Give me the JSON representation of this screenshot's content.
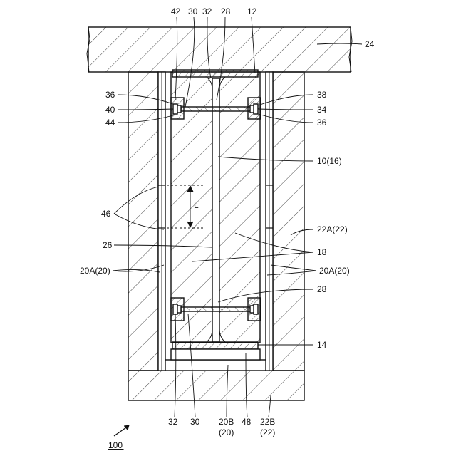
{
  "labels": {
    "l42": "42",
    "l30_top": "30",
    "l32_top": "32",
    "l28_top": "28",
    "l12": "12",
    "l24": "24",
    "l36_tl": "36",
    "l40": "40",
    "l44": "44",
    "l38": "38",
    "l34": "34",
    "l36_r": "36",
    "l10": "10(16)",
    "l46": "46",
    "lL": "L",
    "l22A": "22A(22)",
    "l26": "26",
    "l18": "18",
    "l20A_left": "20A(20)",
    "l20A_right": "20A(20)",
    "l28_bot": "28",
    "l14": "14",
    "l32_bot": "32",
    "l30_bot": "30",
    "l20B": "20B",
    "l20B_sub": "(20)",
    "l48": "48",
    "l22B": "22B",
    "l22B_sub": "(22)",
    "l100": "100"
  }
}
